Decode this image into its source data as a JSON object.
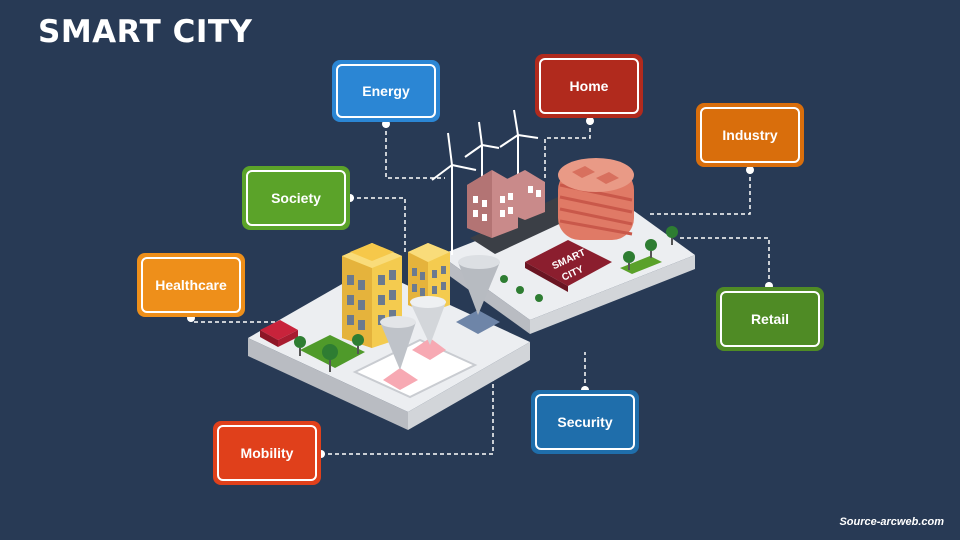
{
  "title": "SMART CITY",
  "source": "Source-arcweb.com",
  "city_sign": [
    "SMART",
    "CITY"
  ],
  "labels": {
    "energy": {
      "text": "Energy",
      "color": "#2b86d4"
    },
    "home": {
      "text": "Home",
      "color": "#b12a1d"
    },
    "industry": {
      "text": "Industry",
      "color": "#d96e0c"
    },
    "society": {
      "text": "Society",
      "color": "#5ba329"
    },
    "healthcare": {
      "text": "Healthcare",
      "color": "#ee8f1a"
    },
    "retail": {
      "text": "Retail",
      "color": "#4f8b25"
    },
    "security": {
      "text": "Security",
      "color": "#1f6eab"
    },
    "mobility": {
      "text": "Mobility",
      "color": "#e0401b"
    }
  }
}
